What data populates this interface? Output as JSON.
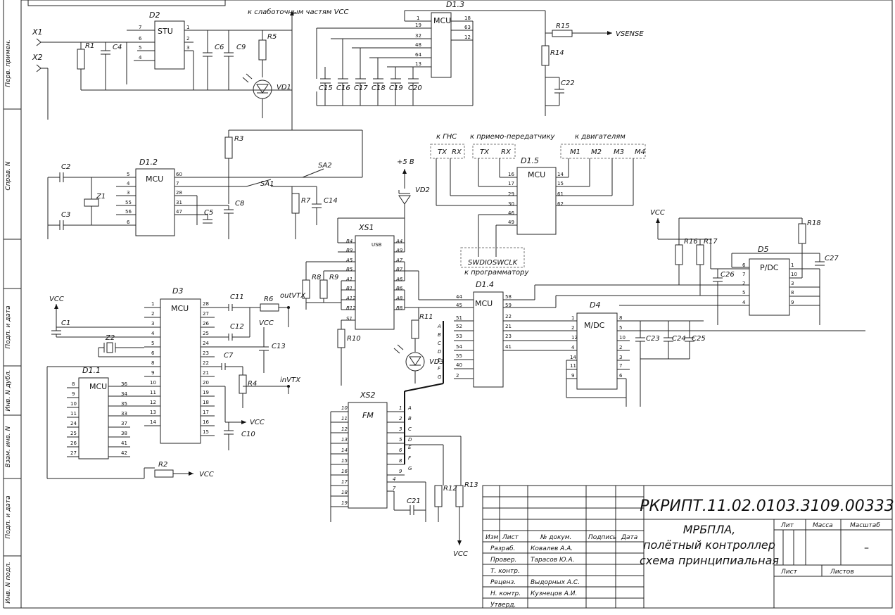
{
  "side_labels": [
    "Перв. примен.",
    "Справ. N",
    "Подп. и дата",
    "Инв. N дубл.",
    "Взам. инв. N",
    "Подп. и дата",
    "Инв. N подл."
  ],
  "net_labels": {
    "weak": "к слаботочным частям VCC",
    "vsense": "VSENSE",
    "plus5": "+5 В",
    "gns": "к ГНС",
    "trx": "к приемо-передатчику",
    "motors": "к двигателям",
    "prog": "к программатору",
    "vcc": "VCC",
    "outvtx": "outVTX",
    "invtx": "inVTX",
    "x1": "X1",
    "x2": "X2",
    "tx": "TX",
    "rx": "RX",
    "swdio": "SWDIO",
    "swclk": "SWCLK"
  },
  "chips": {
    "d2": "D2",
    "d2b": "STU",
    "d13": "D1.3",
    "d12": "D1.2",
    "d15": "D1.5",
    "d14": "D1.4",
    "d3": "D3",
    "d11": "D1.1",
    "d4": "D4",
    "d4b": "M/DC",
    "d5": "D5",
    "d5b": "P/DC",
    "xs1": "XS1",
    "xs1b": "USB",
    "xs2": "XS2",
    "xs2b": "FM",
    "mcu": "MCU"
  },
  "parts": {
    "r1": "R1",
    "r2": "R2",
    "r3": "R3",
    "r4": "R4",
    "r5": "R5",
    "r6": "R6",
    "r7": "R7",
    "r8": "R8",
    "r9": "R9",
    "r10": "R10",
    "r11": "R11",
    "r12": "R12",
    "r13": "R13",
    "r14": "R14",
    "r15": "R15",
    "r16": "R16",
    "r17": "R17",
    "r18": "R18",
    "c1": "C1",
    "c2": "C2",
    "c3": "C3",
    "c4": "C4",
    "c5": "C5",
    "c6": "C6",
    "c7": "C7",
    "c8": "C8",
    "c9": "C9",
    "c10": "C10",
    "c11": "C11",
    "c12": "C12",
    "c13": "C13",
    "c14": "C14",
    "c15": "C15",
    "c16": "C16",
    "c17": "C17",
    "c18": "C18",
    "c19": "C19",
    "c20": "C20",
    "c21": "C21",
    "c22": "C22",
    "c23": "C23",
    "c24": "C24",
    "c25": "C25",
    "c26": "C26",
    "c27": "C27",
    "vd1": "VD1",
    "vd2": "VD2",
    "vd3": "VD3",
    "z1": "Z1",
    "z2": "Z2",
    "sa1": "SA1",
    "sa2": "SA2",
    "m1": "M1",
    "m2": "M2",
    "m3": "M3",
    "m4": "M4"
  },
  "title_block": {
    "code": "РКРИПТ.11.02.0103.3109.00333",
    "name1": "МРБПЛА,",
    "name2": "полётный контроллер",
    "name3": "схема принципиальная",
    "hdr_izm": "Изм",
    "hdr_list": "Лист",
    "hdr_doc": "№ докум.",
    "hdr_sign": "Подпись",
    "hdr_date": "Дата",
    "lit": "Лит",
    "mass": "Масса",
    "scale": "Масштаб",
    "scale_val": "–",
    "sheet": "Лист",
    "sheets": "Листов",
    "rows": [
      {
        "role": "Разраб.",
        "name": "Ковалев А.А."
      },
      {
        "role": "Провер.",
        "name": "Тарасов Ю.А."
      },
      {
        "role": "Т. контр.",
        "name": ""
      },
      {
        "role": "Реценз.",
        "name": "Выдорных А.С."
      },
      {
        "role": "Н. контр.",
        "name": "Кузнецов А.И."
      },
      {
        "role": "Утверд.",
        "name": ""
      }
    ]
  }
}
